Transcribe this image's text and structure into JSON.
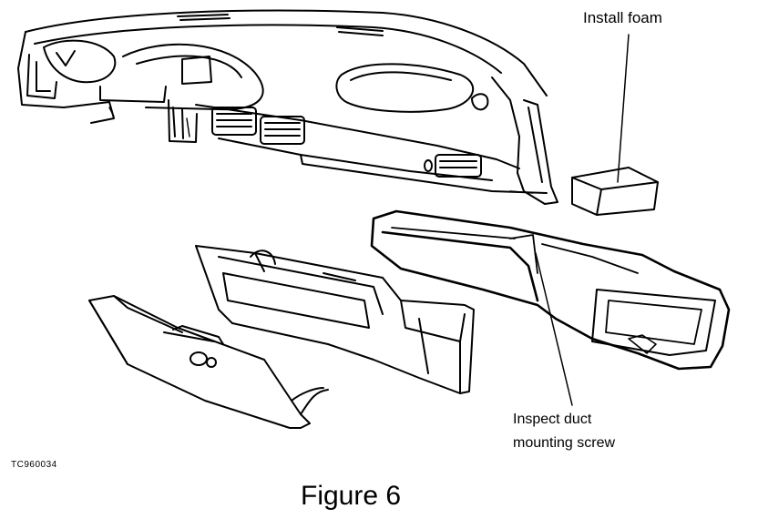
{
  "callouts": {
    "install_foam": "Install foam",
    "inspect_duct_line1": "Inspect duct",
    "inspect_duct_line2": "mounting screw"
  },
  "figure_code": "TC960034",
  "caption": "Figure 6"
}
